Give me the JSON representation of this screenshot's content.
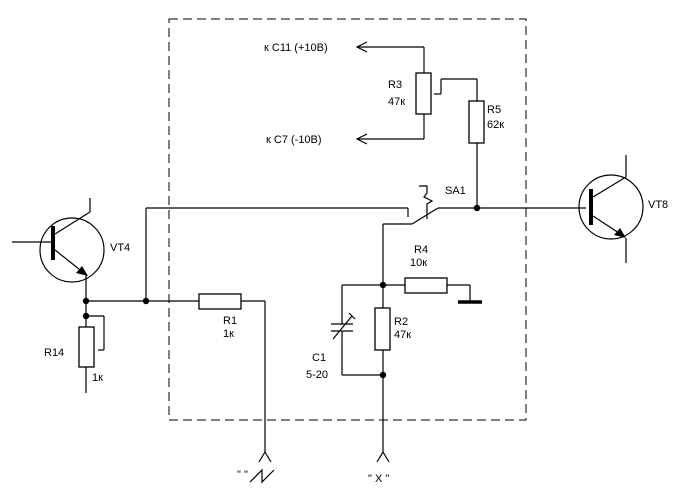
{
  "labels": {
    "vt4": "VT4",
    "vt8": "VT8",
    "r14": "R14",
    "r14_value": "1к",
    "r1": "R1",
    "r1_value": "1к",
    "r3": "R3",
    "r3_value": "47к",
    "r5": "R5",
    "r5_value": "62к",
    "r4": "R4",
    "r4_value": "10к",
    "r2": "R2",
    "r2_value": "47к",
    "c1": "C1",
    "c1_value": "5-20",
    "sa1": "SA1",
    "to_c11": "к С11 (+10В)",
    "to_c7": "к С7 (-10В)",
    "input_saw": "\"        \"",
    "input_x": "\" Х \""
  }
}
